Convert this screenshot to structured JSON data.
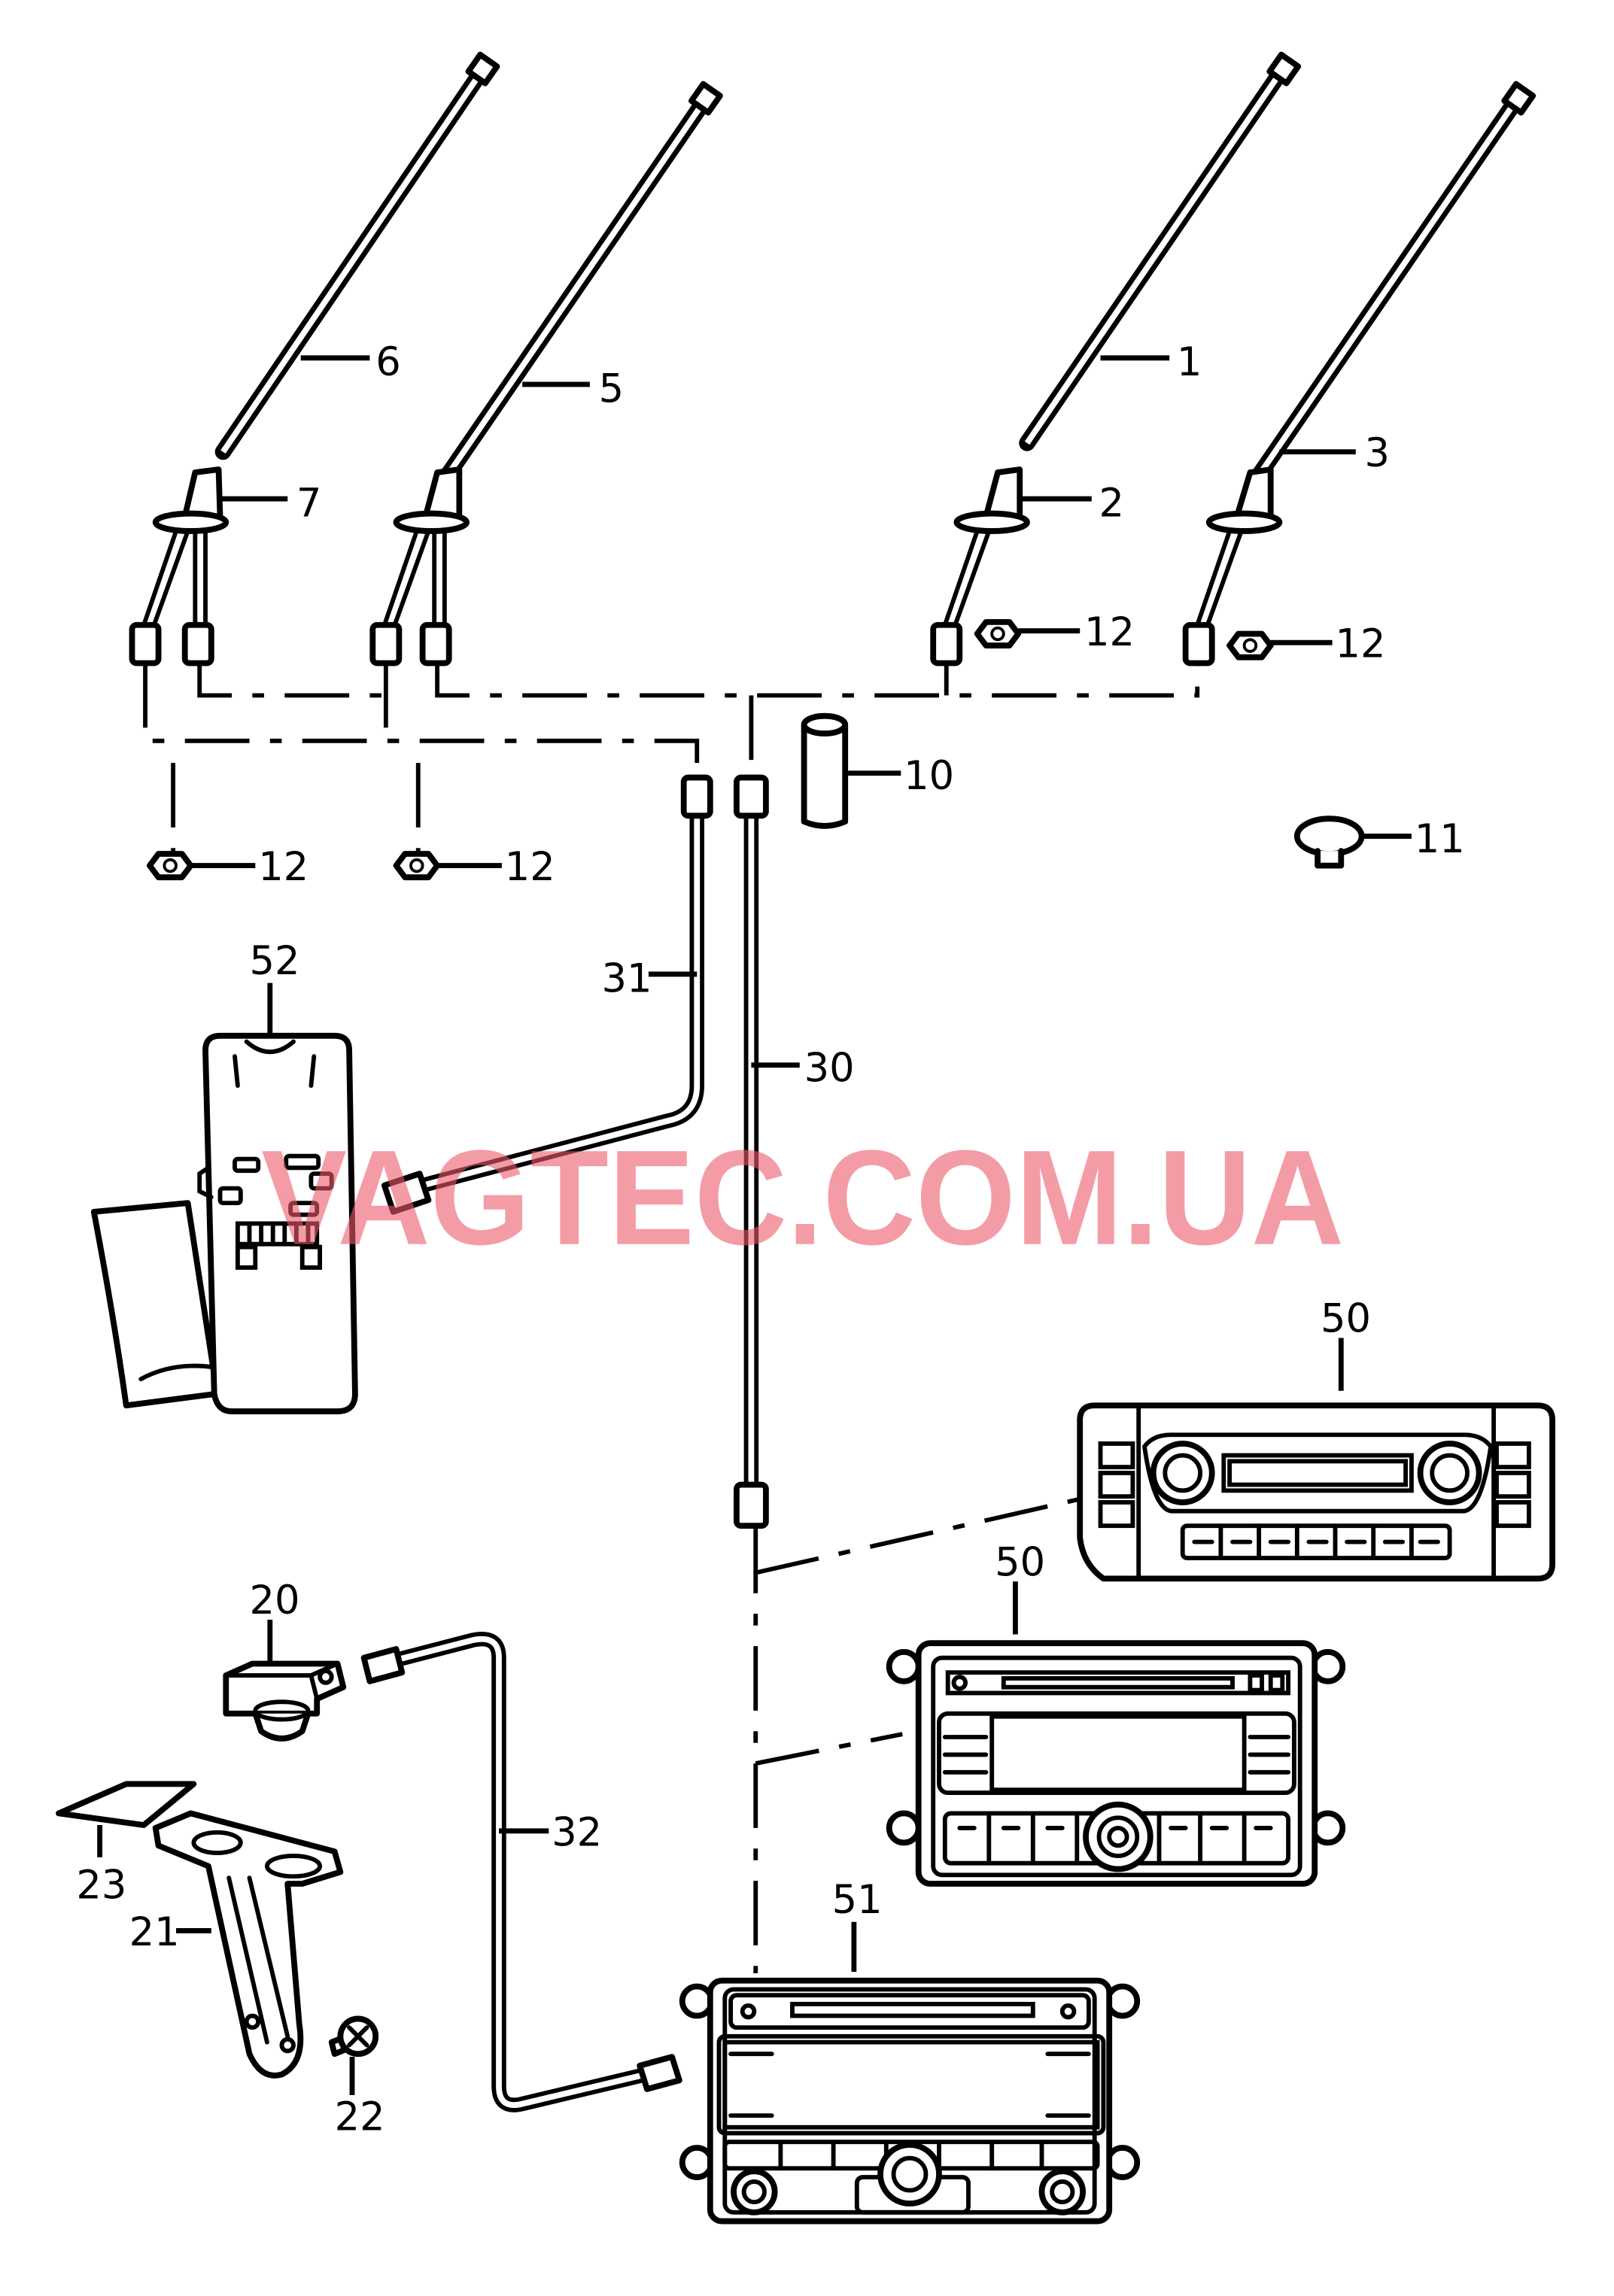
{
  "watermark": "VAGTEC.COM.UA",
  "callouts": {
    "c1": "1",
    "c2": "2",
    "c3": "3",
    "c5": "5",
    "c6": "6",
    "c7": "7",
    "c10": "10",
    "c11": "11",
    "c12a": "12",
    "c12b": "12",
    "c12c": "12",
    "c12d": "12",
    "c20": "20",
    "c21": "21",
    "c22": "22",
    "c23": "23",
    "c30": "30",
    "c31": "31",
    "c32": "32",
    "c50a": "50",
    "c50b": "50",
    "c51": "51",
    "c52": "52"
  },
  "colors": {
    "line": "#000000",
    "watermark": "#ec5a6a",
    "background": "#ffffff"
  }
}
